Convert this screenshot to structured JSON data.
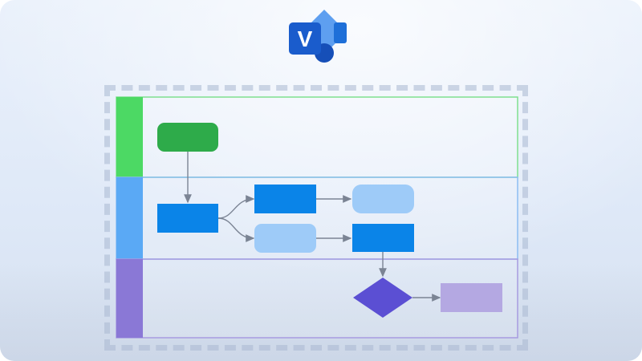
{
  "app": {
    "logo_letter": "V",
    "logo_icon": "visio-logo-icon"
  },
  "colors": {
    "lane_green": "#4cd964",
    "lane_blue": "#5aa9f5",
    "lane_purple": "#8a78d6",
    "start_green": "#2eab4a",
    "process_blue": "#0a84e8",
    "process_light": "#9ecbf8",
    "decision_purple": "#5b4fd3",
    "end_lavender": "#b4a8e2"
  },
  "swimlanes": [
    {
      "id": "lane-1",
      "label": ""
    },
    {
      "id": "lane-2",
      "label": ""
    },
    {
      "id": "lane-3",
      "label": ""
    }
  ]
}
